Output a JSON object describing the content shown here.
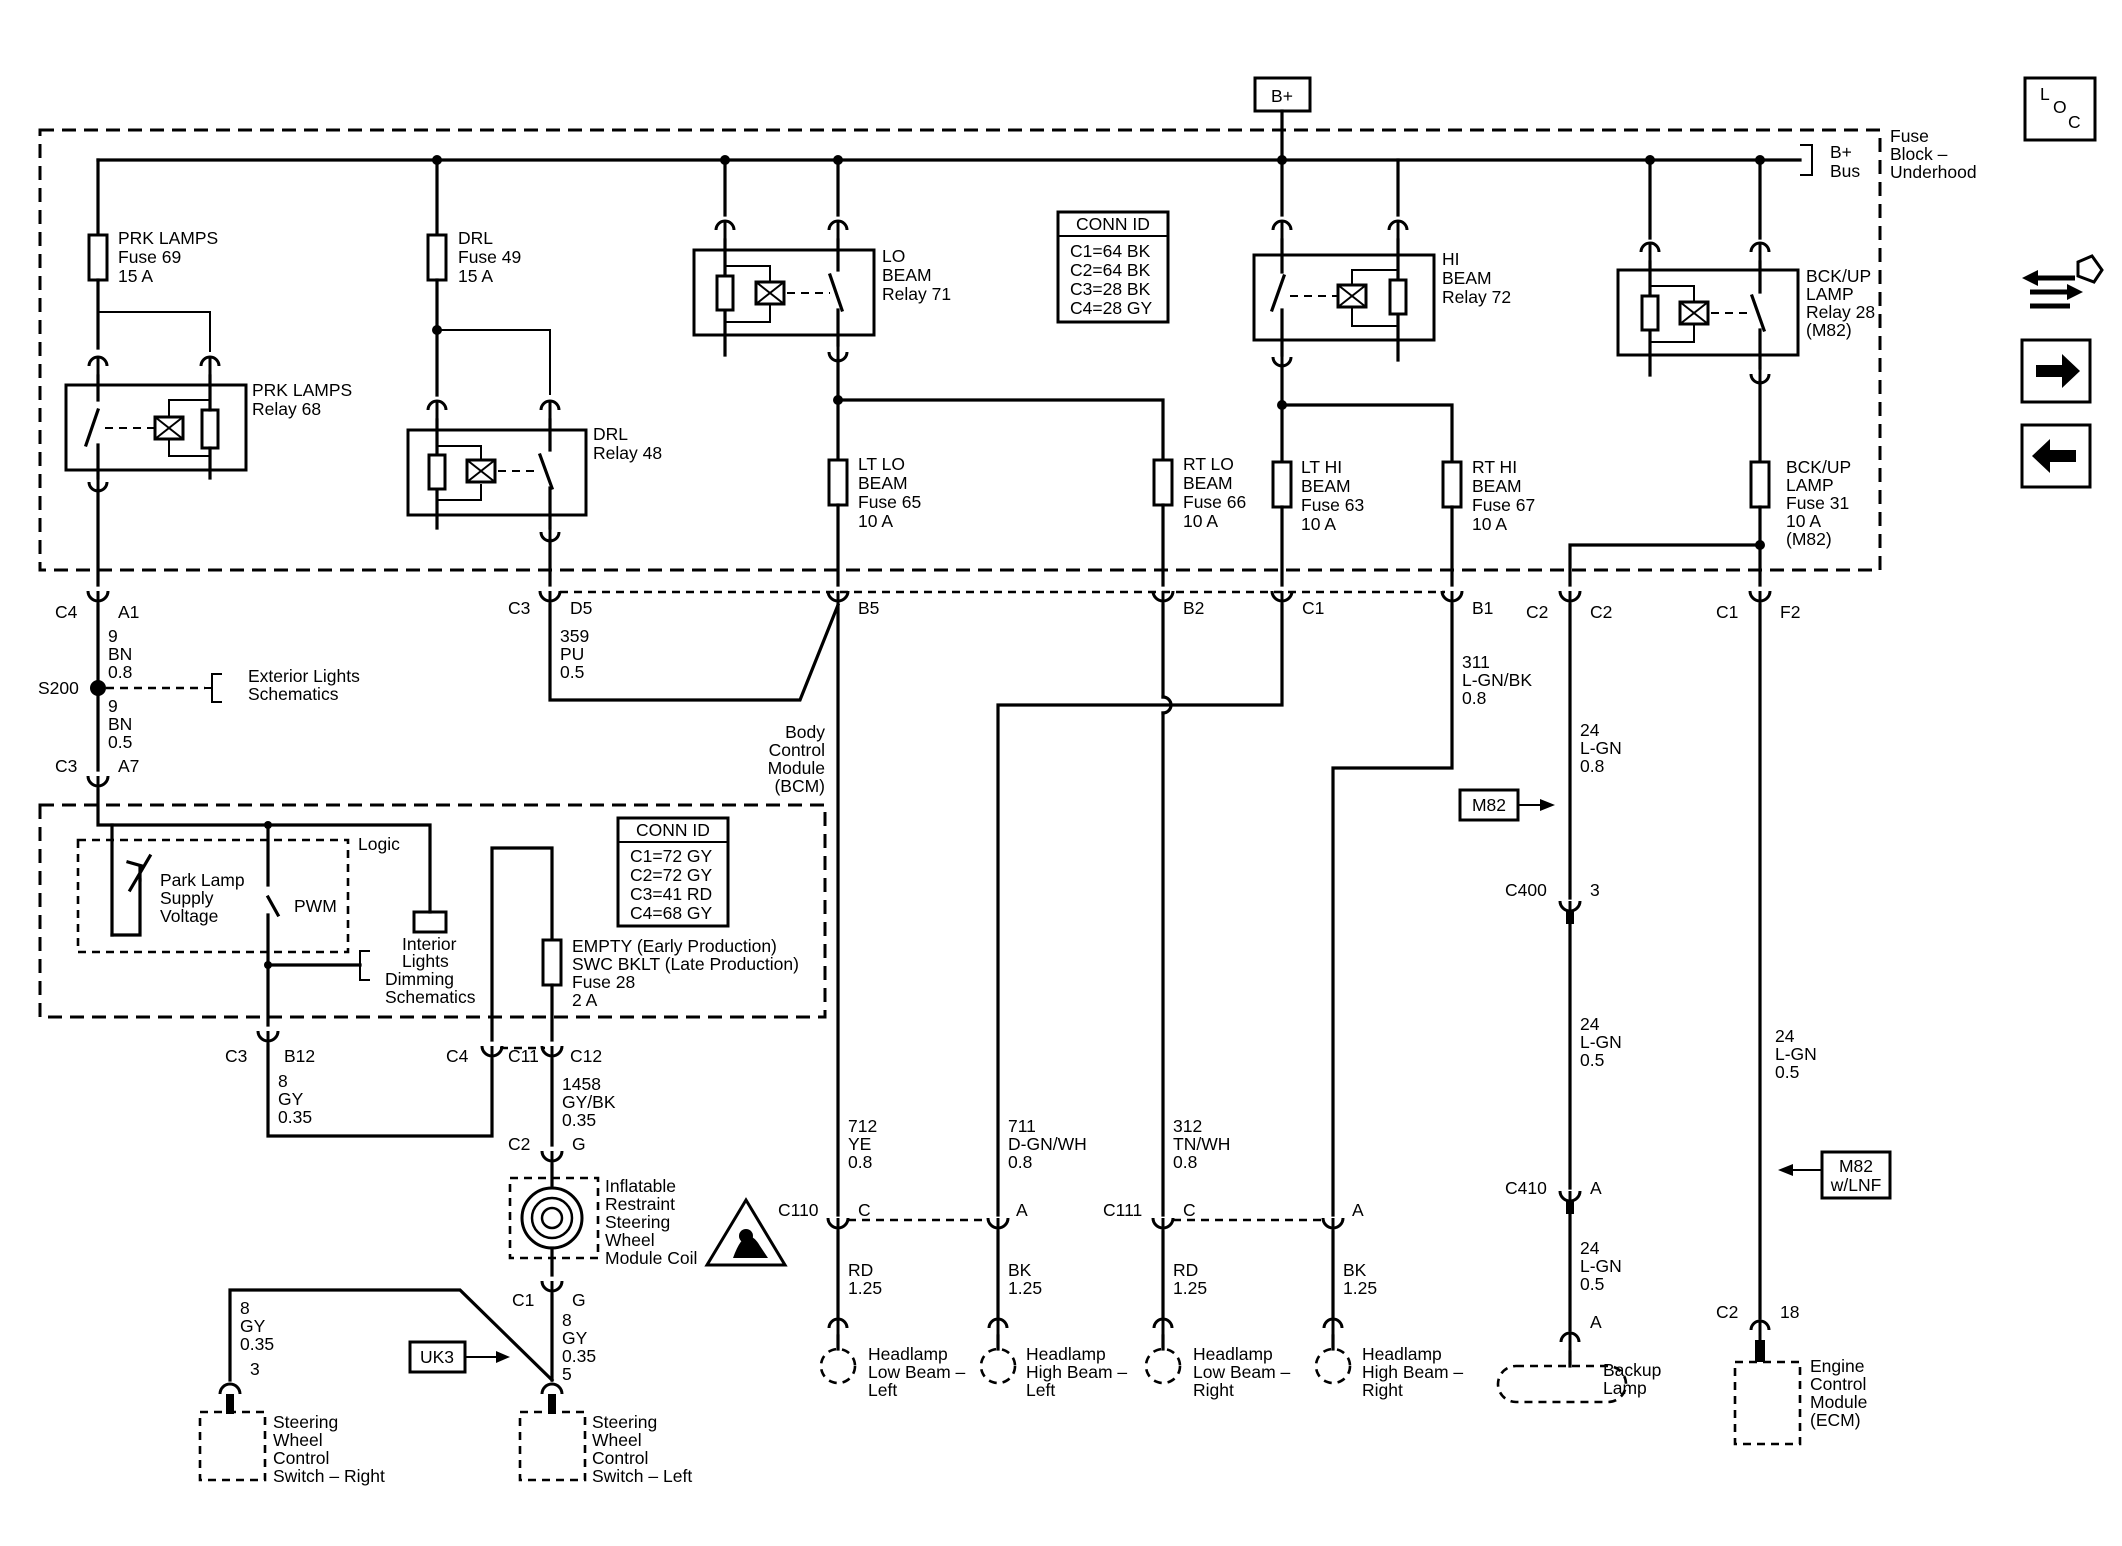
{
  "top": {
    "bplus": "B+",
    "bus": [
      "B+",
      "Bus"
    ],
    "fuse_block": [
      "Fuse",
      "Block –",
      "Underhood"
    ]
  },
  "fuses": {
    "prk": [
      "PRK LAMPS",
      "Fuse 69",
      "15 A"
    ],
    "drl": [
      "DRL",
      "Fuse 49",
      "15 A"
    ],
    "lt_lo": [
      "LT LO",
      "BEAM",
      "Fuse 65",
      "10 A"
    ],
    "rt_lo": [
      "RT LO",
      "BEAM",
      "Fuse 66",
      "10 A"
    ],
    "lt_hi": [
      "LT HI",
      "BEAM",
      "Fuse 63",
      "10 A"
    ],
    "rt_hi": [
      "RT HI",
      "BEAM",
      "Fuse 67",
      "10 A"
    ],
    "bckup": [
      "BCK/UP",
      "LAMP",
      "Fuse 31",
      "10 A",
      "(M82)"
    ],
    "swc": [
      "EMPTY (Early Production)",
      "SWC BKLT (Late Production)",
      "Fuse 28",
      "2 A"
    ]
  },
  "relays": {
    "prk": [
      "PRK LAMPS",
      "Relay 68"
    ],
    "drl": [
      "DRL",
      "Relay 48"
    ],
    "lo": [
      "LO",
      "BEAM",
      "Relay 71"
    ],
    "hi": [
      "HI",
      "BEAM",
      "Relay 72"
    ],
    "bckup": [
      "BCK/UP",
      "LAMP",
      "Relay 28",
      "(M82)"
    ]
  },
  "conn_id_fuse": {
    "title": "CONN ID",
    "rows": [
      "C1=64 BK",
      "C2=64 BK",
      "C3=28 BK",
      "C4=28 GY"
    ]
  },
  "conn_id_bcm": {
    "title": "CONN ID",
    "rows": [
      "C1=72 GY",
      "C2=72 GY",
      "C3=41 RD",
      "C4=68 GY"
    ]
  },
  "connectors": {
    "c4": "C4",
    "a1": "A1",
    "c3": "C3",
    "d5": "D5",
    "b5": "B5",
    "b2": "B2",
    "c1": "C1",
    "b1": "B1",
    "c2": "C2",
    "c2b": "C2",
    "c1b": "C1",
    "f2": "F2",
    "c3b": "C3",
    "a7": "A7",
    "c3c": "C3",
    "b12": "B12",
    "c4b": "C4",
    "c11": "C11",
    "c12": "C12",
    "c2c": "C2",
    "g1": "G",
    "c1c": "C1",
    "g2": "G",
    "c110": "C110",
    "c": "C",
    "a": "A",
    "c111": "C111",
    "cb": "C",
    "ab": "A",
    "c400": "C400",
    "p3": "3",
    "c410": "C410",
    "pa": "A",
    "pa2": "A",
    "c2d": "C2",
    "p18": "18",
    "p3b": "3",
    "p5": "5"
  },
  "splice": {
    "name": "S200",
    "ref": [
      "Exterior Lights",
      "Schematics"
    ]
  },
  "wires": {
    "w9a": [
      "9",
      "BN",
      "0.8"
    ],
    "w9b": [
      "9",
      "BN",
      "0.5"
    ],
    "w359": [
      "359",
      "PU",
      "0.5"
    ],
    "w311": [
      "311",
      "L-GN/BK",
      "0.8"
    ],
    "w24a": [
      "24",
      "L-GN",
      "0.8"
    ],
    "w24b": [
      "24",
      "L-GN",
      "0.5"
    ],
    "w24c": [
      "24",
      "L-GN",
      "0.5"
    ],
    "w24d": [
      "24",
      "L-GN",
      "0.5"
    ],
    "w8a": [
      "8",
      "GY",
      "0.35"
    ],
    "w1458": [
      "1458",
      "GY/BK",
      "0.35"
    ],
    "w712": [
      "712",
      "YE",
      "0.8"
    ],
    "w711": [
      "711",
      "D-GN/WH",
      "0.8"
    ],
    "w312": [
      "312",
      "TN/WH",
      "0.8"
    ],
    "w8b": [
      "8",
      "GY",
      "0.35"
    ],
    "w8c": [
      "8",
      "GY",
      "0.35"
    ],
    "rd1": [
      "RD",
      "1.25"
    ],
    "bk1": [
      "BK",
      "1.25"
    ],
    "rd2": [
      "RD",
      "1.25"
    ],
    "bk2": [
      "BK",
      "1.25"
    ]
  },
  "bcm": {
    "label": [
      "Body",
      "Control",
      "Module",
      "(BCM)"
    ],
    "logic": "Logic",
    "park": [
      "Park Lamp",
      "Supply",
      "Voltage"
    ],
    "pwm": "PWM",
    "dimming": [
      "Interior",
      "Lights",
      "Dimming",
      "Schematics"
    ]
  },
  "options": {
    "m82": "M82",
    "m82lnf": [
      "M82",
      "w/LNF"
    ],
    "uk3": "UK3"
  },
  "components": {
    "coil": [
      "Inflatable",
      "Restraint",
      "Steering",
      "Wheel",
      "Module Coil"
    ],
    "hl_low_left": [
      "Headlamp",
      "Low Beam –",
      "Left"
    ],
    "hl_high_left": [
      "Headlamp",
      "High Beam –",
      "Left"
    ],
    "hl_low_right": [
      "Headlamp",
      "Low Beam –",
      "Right"
    ],
    "hl_high_right": [
      "Headlamp",
      "High Beam –",
      "Right"
    ],
    "backup": [
      "Backup",
      "Lamp"
    ],
    "ecm": [
      "Engine",
      "Control",
      "Module",
      "(ECM)"
    ],
    "swc_right": [
      "Steering",
      "Wheel",
      "Control",
      "Switch – Right"
    ],
    "swc_left": [
      "Steering",
      "Wheel",
      "Control",
      "Switch – Left"
    ]
  },
  "loc_icon": [
    "L",
    "O",
    "C"
  ]
}
